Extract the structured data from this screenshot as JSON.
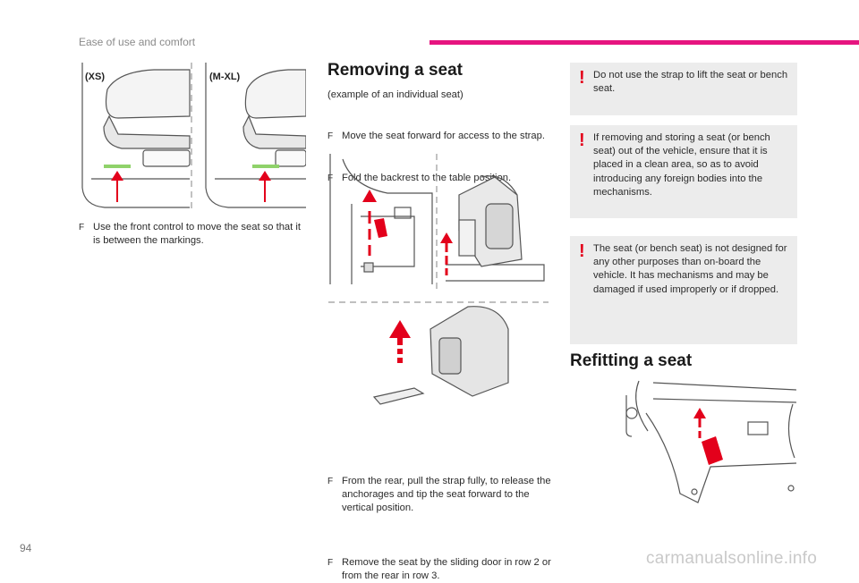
{
  "header": {
    "section_title": "Ease of use and comfort",
    "accent_color": "#e6147f"
  },
  "left_column": {
    "figure_labels": [
      "(XS)",
      "(M-XL)"
    ],
    "step": {
      "marker": "F",
      "text": "Use the front control to move the seat so that it is between the markings."
    }
  },
  "middle_column": {
    "title": "Removing a seat",
    "intro": "(example of an individual seat)",
    "steps_top": [
      {
        "marker": "F",
        "text": "Move the seat forward for access to the strap."
      },
      {
        "marker": "F",
        "text": "Fold the backrest to the table position."
      }
    ],
    "steps_bottom": [
      {
        "marker": "F",
        "text": "From the rear, pull the strap fully, to release the anchorages and tip the seat forward to the vertical position."
      },
      {
        "marker": "F",
        "text": "Remove the seat by the sliding door in row 2 or from the rear in row 3."
      }
    ]
  },
  "right_column": {
    "warnings": [
      {
        "icon": "exclamation-icon",
        "text": "Do not use the strap to lift the seat or bench seat."
      },
      {
        "icon": "exclamation-icon",
        "text": "If removing and storing a seat (or bench seat) out of the vehicle, ensure that it is placed in a clean area, so as to avoid introducing any foreign bodies into the mechanisms."
      },
      {
        "icon": "exclamation-icon",
        "text": "The seat (or bench seat) is not designed for any other purposes than on-board the vehicle. It has mechanisms and may be damaged if used improperly or if dropped."
      }
    ],
    "title": "Refitting a seat"
  },
  "footer": {
    "page_number": "94",
    "watermark": "carmanualsonline.info"
  },
  "colors": {
    "warning_red": "#e3001b",
    "marking_green": "#8fd26a",
    "box_grey": "#ececec"
  }
}
